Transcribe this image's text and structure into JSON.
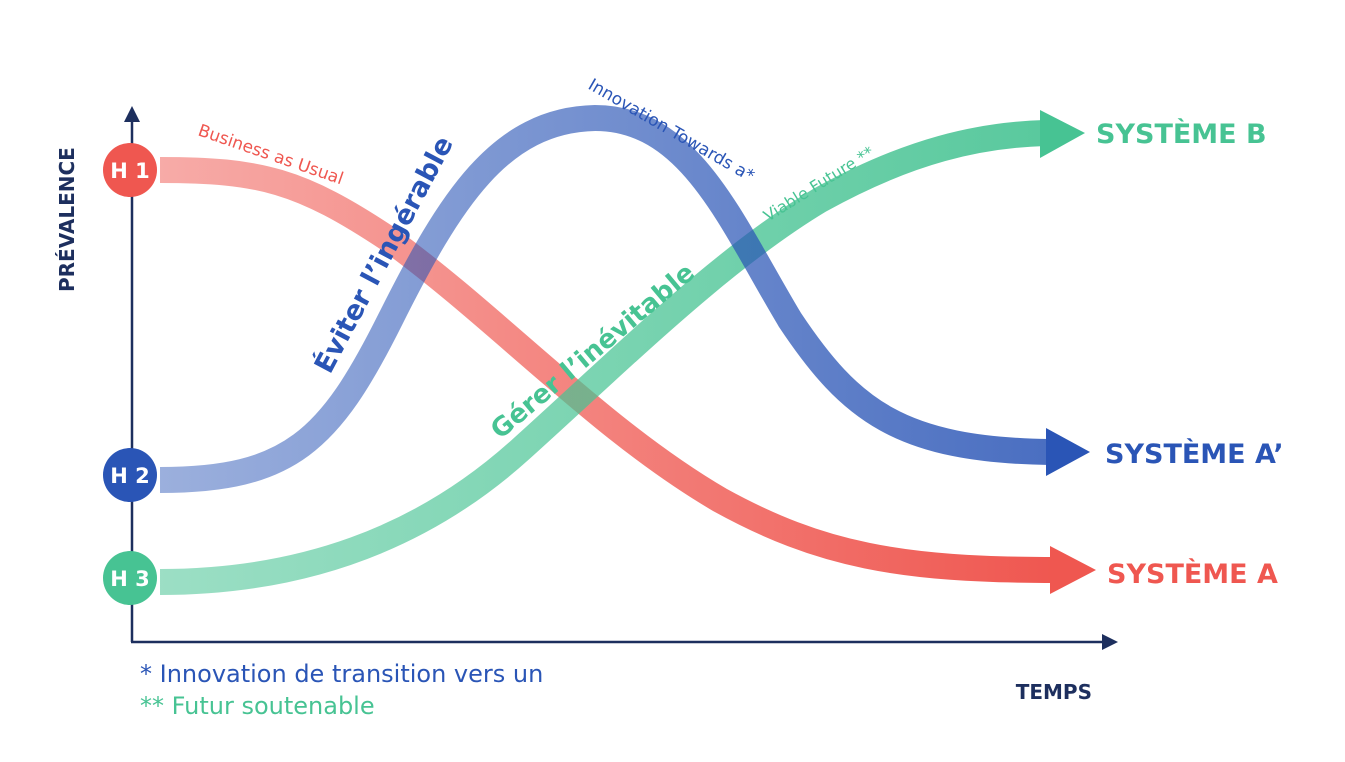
{
  "axes": {
    "y_label": "PRÉVALENCE",
    "x_label": "TEMPS"
  },
  "horizons": [
    {
      "id": "H1",
      "label": "H 1",
      "color": "#ef5750"
    },
    {
      "id": "H2",
      "label": "H 2",
      "color": "#2a55b6"
    },
    {
      "id": "H3",
      "label": "H 3",
      "color": "#47c393"
    }
  ],
  "curve_labels": {
    "business": "Business as Usual",
    "innovation": "Innovation Towards a*",
    "viable": "Viable Future **",
    "eviter": "Éviter l’ingérable",
    "gerer": "Gérer l’inévitable"
  },
  "outcomes": {
    "b": "SYSTÈME B",
    "a_prime": "SYSTÈME A’",
    "a": "SYSTÈME A"
  },
  "footnotes": {
    "one": "* Innovation de transition vers un",
    "two": "** Futur soutenable"
  }
}
